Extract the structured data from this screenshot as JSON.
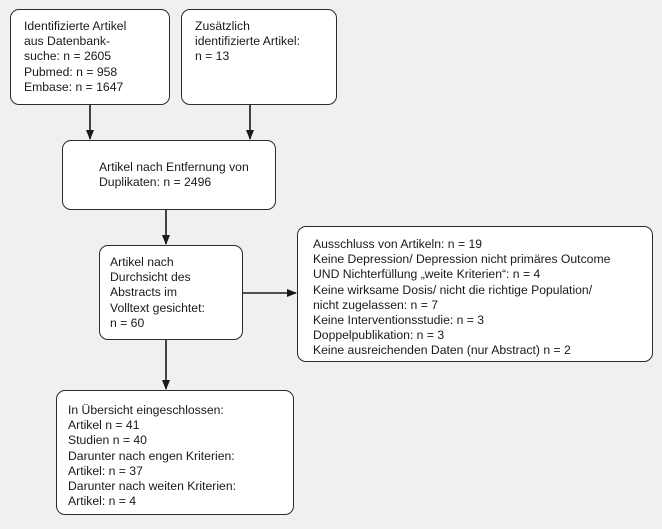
{
  "colors": {
    "background": "#eef0f2",
    "box_fill": "#ffffff",
    "box_border": "#2b2b2b",
    "arrow": "#1a1a1a",
    "text": "#1a1a1a"
  },
  "boxes": {
    "identified": {
      "lines": [
        "Identifizierte Artikel",
        "aus Datenbank-",
        "suche: n = 2605",
        "Pubmed: n = 958",
        "Embase: n = 1647"
      ]
    },
    "additional": {
      "lines": [
        "Zusätzlich",
        "identifizierte Artikel:",
        "n = 13"
      ]
    },
    "duplicates": {
      "lines": [
        "Artikel nach Entfernung von",
        "Duplikaten: n = 2496"
      ]
    },
    "abstracts": {
      "lines": [
        "Artikel nach",
        "Durchsicht des",
        "Abstracts im",
        "Volltext gesichtet:",
        "n = 60"
      ]
    },
    "excluded": {
      "lines": [
        "Ausschluss von Artikeln: n = 19",
        "Keine Depression/ Depression nicht primäres Outcome",
        "UND Nichterfüllung „weite Kriterien“: n = 4",
        "Keine wirksame Dosis/ nicht die richtige Population/",
        "nicht zugelassen: n = 7",
        "Keine Interventionsstudie: n = 3",
        "Doppelpublikation: n = 3",
        "Keine ausreichenden Daten (nur Abstract) n = 2"
      ]
    },
    "included": {
      "lines": [
        "In Übersicht eingeschlossen:",
        "Artikel n = 41",
        "Studien n = 40",
        "Darunter nach engen Kriterien:",
        "Artikel: n = 37",
        "Darunter nach weiten Kriterien:",
        "Artikel: n = 4"
      ]
    }
  }
}
